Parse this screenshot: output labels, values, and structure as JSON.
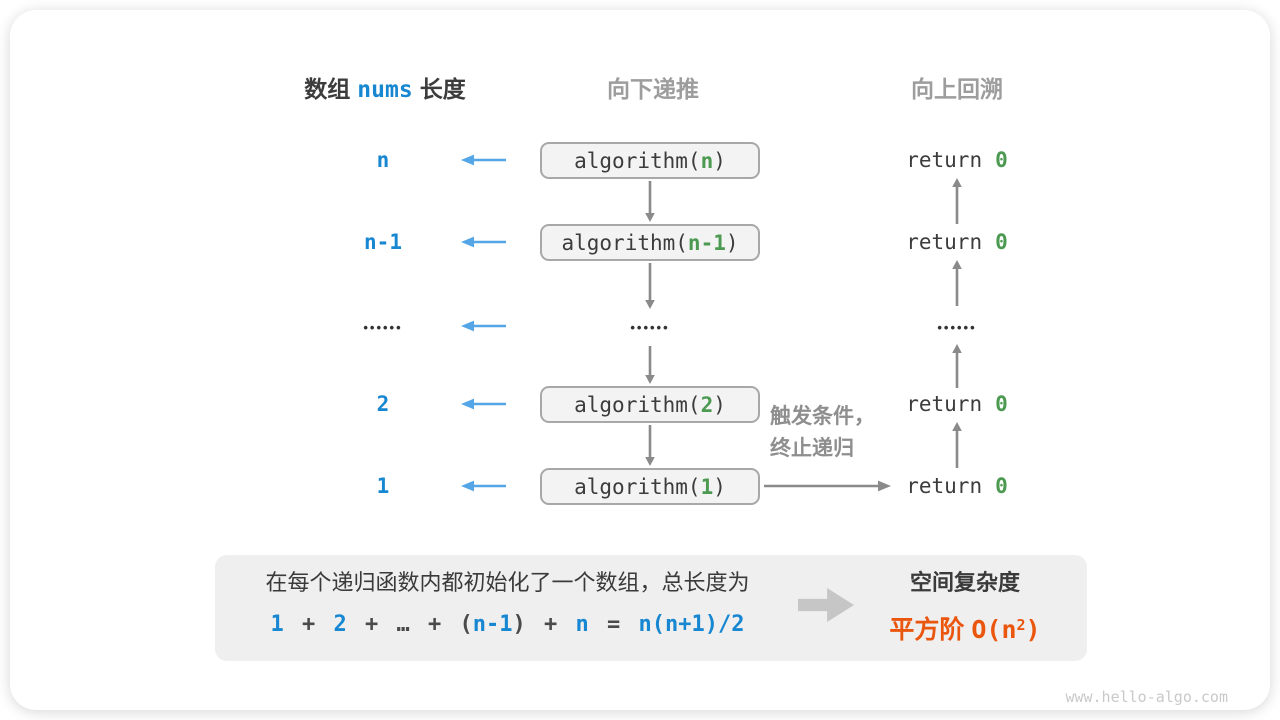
{
  "header": {
    "col1_prefix": "数组",
    "col1_code": "nums",
    "col1_suffix": "长度",
    "col2": "向下递推",
    "col3": "向上回溯"
  },
  "call_prefix": "algorithm(",
  "call_suffix": ")",
  "return_word": "return",
  "return_value": "0",
  "rows": [
    {
      "label": "n",
      "param": "n"
    },
    {
      "label": "n-1",
      "param": "n-1"
    },
    {
      "ellipsis": "••••••"
    },
    {
      "label": "2",
      "param": "2"
    },
    {
      "label": "1",
      "param": "1"
    }
  ],
  "note": {
    "line1": "触发条件，",
    "line2": "终止递归"
  },
  "panel": {
    "line1": "在每个递归函数内都初始化了一个数组，总长度为",
    "formula": [
      {
        "t": "1"
      },
      {
        "t": " + "
      },
      {
        "t": "2"
      },
      {
        "t": " + "
      },
      {
        "t": "…"
      },
      {
        "t": " + ("
      },
      {
        "t": "n-1"
      },
      {
        "t": ") + "
      },
      {
        "t": "n"
      },
      {
        "t": " = "
      },
      {
        "t": "n(n+1)/2"
      }
    ],
    "result_title": "空间复杂度",
    "result_word": "平方阶",
    "result_o": "O(n",
    "result_sup": "2",
    "result_close": ")"
  },
  "watermark": "www.hello-algo.com",
  "colors": {
    "blue_text": "#1787D1",
    "arrow_blue": "#55A6E6",
    "green_param": "#4C9A52",
    "gray_arrow": "#8A8A8A",
    "orange_result": "#EB560E"
  }
}
